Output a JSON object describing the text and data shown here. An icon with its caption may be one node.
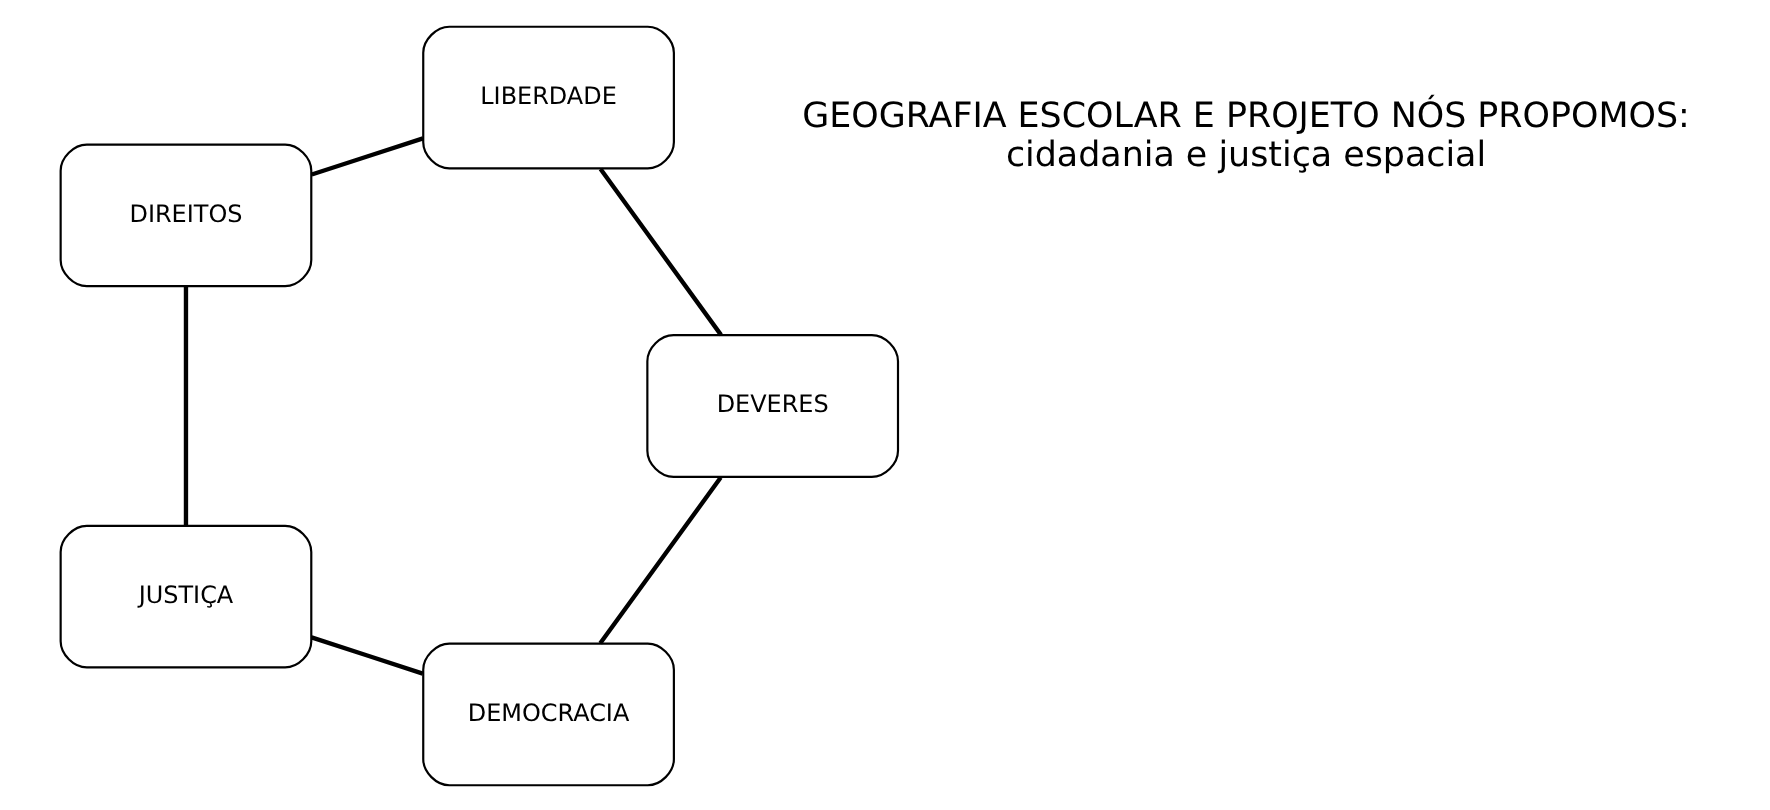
{
  "diagram": {
    "nodes": [
      {
        "text": [
          "DEMOCRACIA"
        ]
      },
      {
        "text": [
          "JUSTIÇA"
        ]
      },
      {
        "text": [
          "DIREITOS"
        ]
      },
      {
        "text": [
          "LIBERDADE"
        ]
      },
      {
        "text": [
          "DEVERES"
        ]
      }
    ],
    "edges": [
      {
        "from": 0,
        "to": 1,
        "arrow": "none"
      },
      {
        "from": 1,
        "to": 2,
        "arrow": "none"
      },
      {
        "from": 2,
        "to": 3,
        "arrow": "none"
      },
      {
        "from": 3,
        "to": 4,
        "arrow": "none"
      },
      {
        "from": 4,
        "to": 0,
        "arrow": "none"
      }
    ],
    "labels": [
      "GEOGRAFIA ESCOLAR E PROJETO NÓS PROPOMOS: cidadania e justiça espacial"
    ]
  }
}
